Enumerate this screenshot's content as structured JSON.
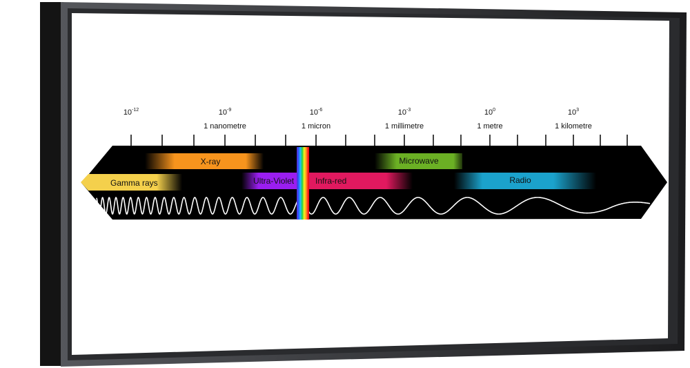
{
  "scale": [
    {
      "base": "10",
      "exp": "-12",
      "name": ""
    },
    {
      "base": "10",
      "exp": "-9",
      "name": "1 nanometre"
    },
    {
      "base": "10",
      "exp": "-6",
      "name": "1 micron"
    },
    {
      "base": "10",
      "exp": "-3",
      "name": "1 millimetre"
    },
    {
      "base": "10",
      "exp": "0",
      "name": "1 metre"
    },
    {
      "base": "10",
      "exp": "3",
      "name": "1 kilometre"
    }
  ],
  "bands": {
    "xray": {
      "label": "X-ray",
      "color": "#f7941d"
    },
    "gamma": {
      "label": "Gamma rays",
      "color": "#f4d04c"
    },
    "uv": {
      "label": "Ultra-Violet",
      "color": "#9a1ef0"
    },
    "infrared": {
      "label": "Infra-red",
      "color": "#e1195f"
    },
    "microwave": {
      "label": "Microwave",
      "color": "#6bb024"
    },
    "radio": {
      "label": "Radio",
      "color": "#1ba2cc"
    }
  },
  "visible_spectrum_colors": [
    "#5a2bd8",
    "#2a5cff",
    "#20c0ff",
    "#28d040",
    "#f6f020",
    "#ffa020",
    "#ff2020",
    "#e01010"
  ]
}
